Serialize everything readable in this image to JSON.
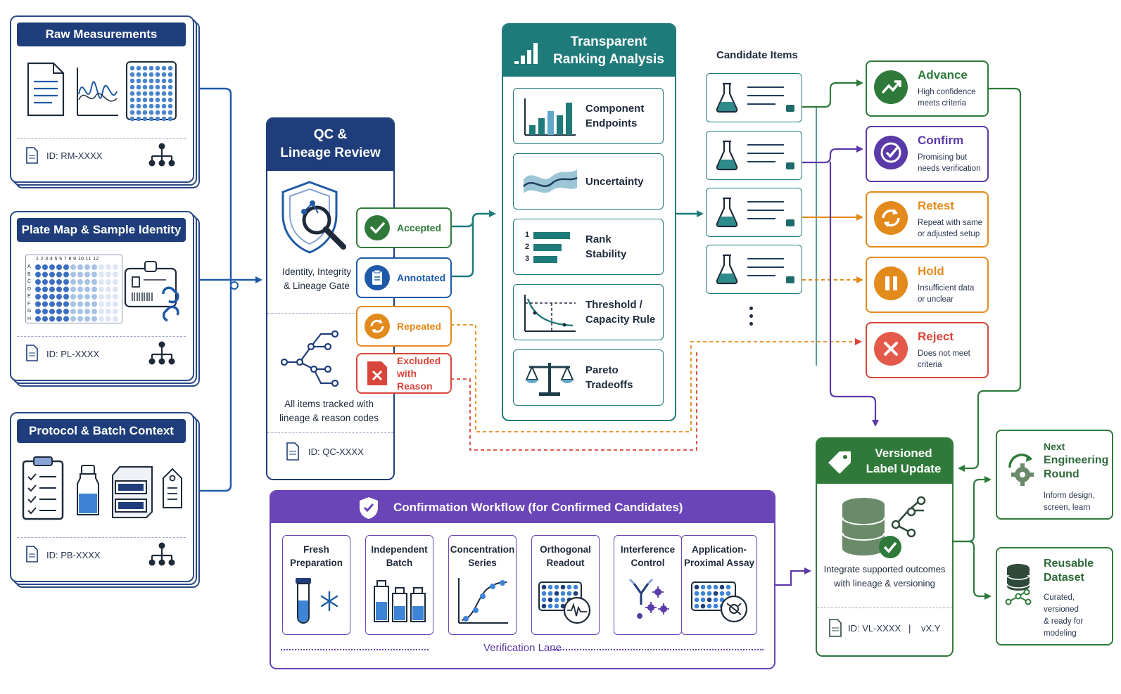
{
  "inputs": [
    {
      "title": "Raw Measurements",
      "id": "ID: RM-XXXX"
    },
    {
      "title": "Plate Map & Sample Identity",
      "id": "ID: PL-XXXX"
    },
    {
      "title": "Protocol & Batch Context",
      "id": "ID: PB-XXXX"
    }
  ],
  "plate_cols": "1 2 3 4 5 6 7 8 9 10 11 12",
  "plate_rows": [
    "A",
    "B",
    "C",
    "D",
    "E",
    "F",
    "G",
    "H"
  ],
  "qc": {
    "title_line1": "QC &",
    "title_line2": "Lineage Review",
    "gate_line1": "Identity, Integrity",
    "gate_line2": "& Lineage Gate",
    "track_line1": "All items tracked with",
    "track_line2": "lineage & reason codes",
    "id": "ID: QC-XXXX"
  },
  "statuses": [
    {
      "line1": "Accepted",
      "line2": "",
      "color": "#2f7a3a"
    },
    {
      "line1": "Annotated",
      "line2": "",
      "color": "#1e5aa8"
    },
    {
      "line1": "Repeated",
      "line2": "",
      "color": "#e38a1c"
    },
    {
      "line1": "Excluded",
      "line2": "with Reason",
      "color": "#d9453a"
    }
  ],
  "ranking": {
    "title_line1": "Transparent",
    "title_line2": "Ranking Analysis",
    "items": [
      {
        "line1": "Component",
        "line2": "Endpoints"
      },
      {
        "line1": "Uncertainty",
        "line2": ""
      },
      {
        "line1": "Rank",
        "line2": "Stability"
      },
      {
        "line1": "Threshold /",
        "line2": "Capacity Rule"
      },
      {
        "line1": "Pareto",
        "line2": "Tradeoffs"
      }
    ],
    "rank_numbers": [
      "1",
      "2",
      "3"
    ]
  },
  "candidates": {
    "title": "Candidate Items"
  },
  "outcomes": [
    {
      "title": "Advance",
      "line1": "High confidence",
      "line2": "meets criteria",
      "color": "#2f7a3a"
    },
    {
      "title": "Confirm",
      "line1": "Promising but",
      "line2": "needs verification",
      "color": "#5a3aa8"
    },
    {
      "title": "Retest",
      "line1": "Repeat with same",
      "line2": "or adjusted setup",
      "color": "#e38a1c"
    },
    {
      "title": "Hold",
      "line1": "Insufficient data",
      "line2": "or unclear",
      "color": "#e38a1c"
    },
    {
      "title": "Reject",
      "line1": "Does not meet",
      "line2": "criteria",
      "color": "#d9453a"
    }
  ],
  "confirmation": {
    "title": "Confirmation Workflow (for Confirmed Candidates)",
    "steps": [
      {
        "line1": "Fresh",
        "line2": "Preparation"
      },
      {
        "line1": "Independent",
        "line2": "Batch"
      },
      {
        "line1": "Concentration",
        "line2": "Series"
      },
      {
        "line1": "Orthogonal",
        "line2": "Readout"
      },
      {
        "line1": "Interference",
        "line2": "Control"
      },
      {
        "line1": "Application-",
        "line2": "Proximal Assay"
      }
    ],
    "lane": "Verification Lane"
  },
  "versioned": {
    "title_line1": "Versioned",
    "title_line2": "Label Update",
    "desc_line1": "Integrate supported outcomes",
    "desc_line2": "with lineage & versioning",
    "id": "ID: VL-XXXX",
    "sep": "|",
    "version": "vX.Y"
  },
  "next_round": {
    "title_line1": "Next",
    "title_line2": "Engineering",
    "title_line3": "Round",
    "line1": "Inform design,",
    "line2": "screen, learn"
  },
  "dataset": {
    "title_line1": "Reusable",
    "title_line2": "Dataset",
    "line1": "Curated, versioned",
    "line2": "& ready for",
    "line3": "modeling"
  },
  "colors": {
    "navy": "#1e3d7a",
    "teal": "#1f7a7a",
    "purple": "#6a45b8",
    "green": "#2f7a3a",
    "orange": "#e38a1c",
    "red": "#d9453a",
    "blue": "#1e5aa8"
  }
}
